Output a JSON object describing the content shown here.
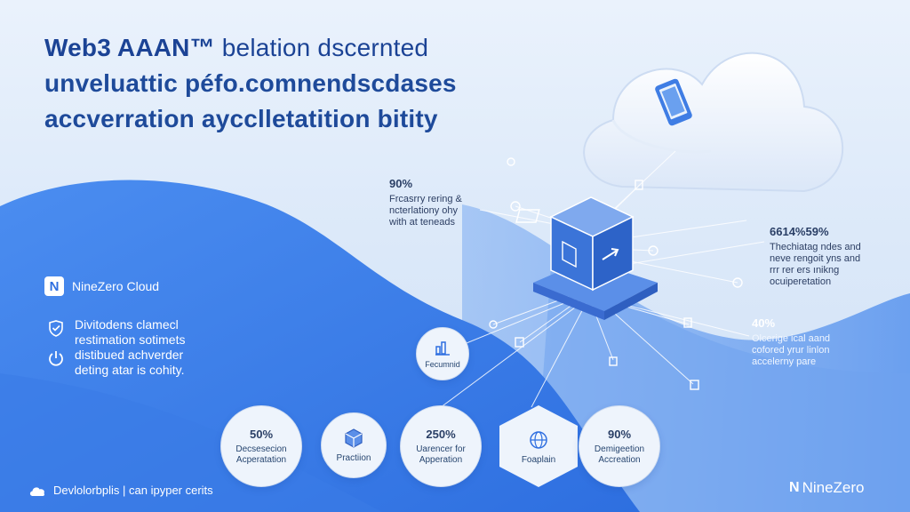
{
  "title": {
    "line1_bold": "Web3 AAAN™",
    "line1_rest": " belation dscernted",
    "line2": "unveluattic péfo.comnendscdases",
    "line3": "accverration aycclletatition bitity"
  },
  "callouts": {
    "left": {
      "pct": "90%",
      "lines": [
        "Frcasrry rering &",
        "ncterlationy ohy",
        "with at teneads"
      ]
    },
    "right": {
      "pct": "6614%59%",
      "lines": [
        "Thechiatag ndes and",
        "neve rengoit yns and",
        "rrr rer ers ınikng",
        "ocuiperetation"
      ]
    },
    "right2": {
      "pct": "40%",
      "lines": [
        "Olcerige ical aand",
        "cofored yrur linlon",
        "accelerny pare"
      ]
    }
  },
  "brand": {
    "logo_letter": "N",
    "name": "NineZero Cloud"
  },
  "features": [
    {
      "icon": "shield-check-icon",
      "lines": [
        "Divitodens clamecl",
        "restimation sotimets"
      ]
    },
    {
      "icon": "power-icon",
      "lines": [
        "distibued achverder",
        "deting atar is cohity."
      ]
    }
  ],
  "badges": [
    {
      "pct": "50%",
      "lines": [
        "Decsesecion",
        "Acperatation"
      ]
    },
    {
      "icon": "cube-icon",
      "lines": [
        "Practiion"
      ]
    },
    {
      "pct": "250%",
      "lines": [
        "Uarencer for",
        "Apperation"
      ]
    },
    {
      "icon": "globe-icon",
      "lines": [
        "Foaplain"
      ]
    },
    {
      "pct": "90%",
      "lines": [
        "Demigeetion",
        "Accreation"
      ]
    }
  ],
  "small_badge": {
    "icon": "chart-icon",
    "label": "Fecumnid"
  },
  "footer": {
    "text": "Devlolorbplis | can ipyper cerits",
    "brand_logo": "N",
    "brand_name": "NineZero"
  },
  "colors": {
    "accent": "#2f6fe0",
    "deep": "#1b4395",
    "light": "#eaf2fc"
  }
}
